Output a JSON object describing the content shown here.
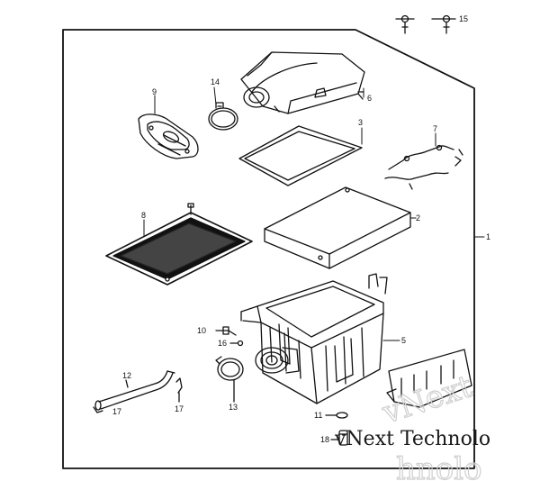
{
  "diagram": {
    "callouts": {
      "c1": "1",
      "c2": "2",
      "c3": "3",
      "c5": "5",
      "c6": "6",
      "c7": "7",
      "c8": "8",
      "c9": "9",
      "c10": "10",
      "c11": "11",
      "c12": "12",
      "c13": "13",
      "c14": "14",
      "c15": "15",
      "c16": "16",
      "c17a": "17",
      "c17b": "17",
      "c18": "18"
    },
    "watermark": {
      "main": "vNext Technolo",
      "ghost_top": "vNext",
      "ghost_bottom": "hnolo"
    }
  }
}
